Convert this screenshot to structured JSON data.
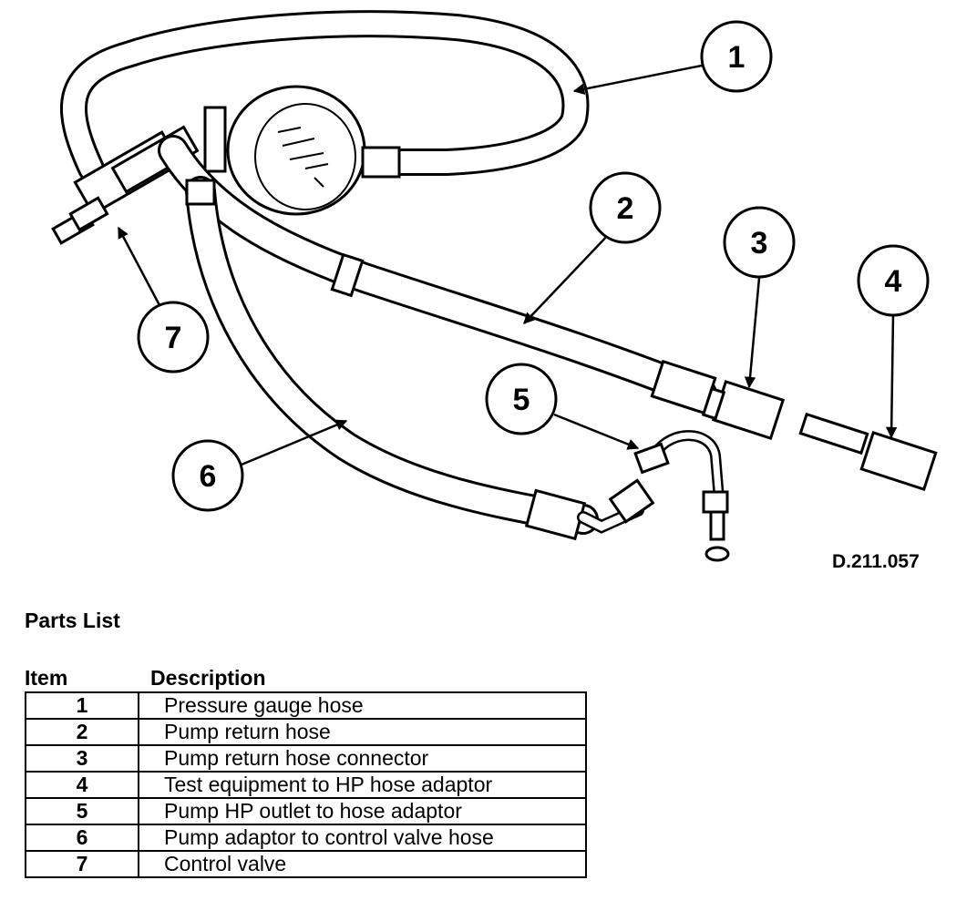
{
  "diagram": {
    "reference_code": "D.211.057",
    "callouts": [
      "1",
      "2",
      "3",
      "4",
      "5",
      "6",
      "7"
    ]
  },
  "parts_list": {
    "title": "Parts List",
    "headers": {
      "item": "Item",
      "description": "Description"
    },
    "rows": [
      {
        "item": "1",
        "description": "Pressure gauge hose"
      },
      {
        "item": "2",
        "description": "Pump return hose"
      },
      {
        "item": "3",
        "description": "Pump return hose connector"
      },
      {
        "item": "4",
        "description": "Test equipment to HP hose adaptor"
      },
      {
        "item": "5",
        "description": "Pump HP outlet to hose adaptor"
      },
      {
        "item": "6",
        "description": "Pump adaptor to control valve hose"
      },
      {
        "item": "7",
        "description": "Control valve"
      }
    ]
  }
}
